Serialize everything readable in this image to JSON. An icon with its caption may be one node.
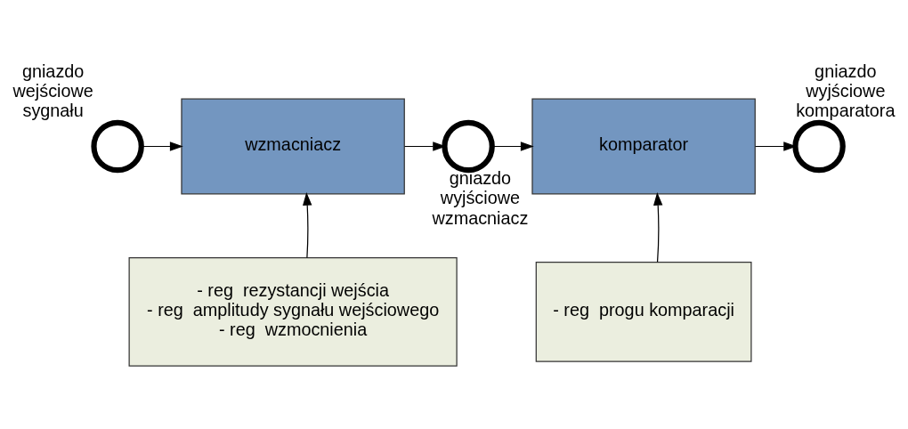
{
  "diagram": {
    "nodes": [
      {
        "text": [
          "gniazdo wejściowe sygnału"
        ]
      },
      {
        "text": [
          "wzmacniacz"
        ]
      },
      {
        "text": [
          "gniazdo wyjściowe wzmacniacz"
        ]
      },
      {
        "text": [
          "komparator"
        ]
      },
      {
        "text": [
          "gniazdo wyjściowe komparatora"
        ]
      },
      {
        "text": [
          "- reg  rezystancji wejścia",
          "- reg  amplitudy sygnału wejściowego",
          "- reg  wzmocnienia"
        ]
      },
      {
        "text": [
          "- reg  progu komparacji"
        ]
      }
    ],
    "edges": [
      {
        "from": 0,
        "to": 1,
        "arrow": "to"
      },
      {
        "from": 1,
        "to": 2,
        "arrow": "to"
      },
      {
        "from": 2,
        "to": 3,
        "arrow": "to"
      },
      {
        "from": 3,
        "to": 4,
        "arrow": "to"
      },
      {
        "from": 5,
        "to": 1,
        "arrow": "to"
      },
      {
        "from": 6,
        "to": 3,
        "arrow": "to"
      }
    ]
  }
}
